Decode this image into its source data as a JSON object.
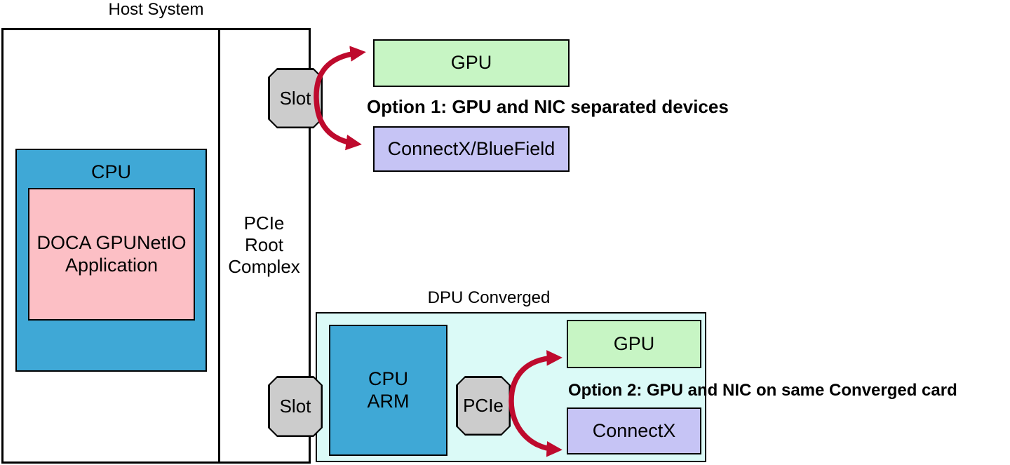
{
  "diagram": {
    "host": {
      "title": "Host System",
      "cpu": {
        "label": "CPU"
      },
      "app": {
        "label_line1": "DOCA GPUNetIO",
        "label_line2": "Application"
      },
      "pcie_root_complex": {
        "line1": "PCIe",
        "line2": "Root",
        "line3": "Complex"
      },
      "slot_top": {
        "label": "Slot"
      },
      "slot_bottom": {
        "label": "Slot"
      }
    },
    "option1": {
      "gpu": {
        "label": "GPU"
      },
      "nic": {
        "label": "ConnectX/BlueField"
      },
      "caption": "Option 1: GPU and NIC separated devices"
    },
    "dpu": {
      "title": "DPU Converged",
      "cpu_arm": {
        "line1": "CPU",
        "line2": "ARM"
      },
      "pcie": {
        "label": "PCIe"
      },
      "gpu": {
        "label": "GPU"
      },
      "nic": {
        "label": "ConnectX"
      },
      "caption": "Option 2: GPU and NIC on same Converged card"
    },
    "colors": {
      "box_blue": "#3FA8D6",
      "box_pink": "#FCBFC5",
      "box_green": "#C7F5C4",
      "box_purple": "#C6C4F5",
      "box_cyan": "#DBFAF7",
      "box_gray": "#CCCCCC",
      "arrow_red": "#BE0A2D",
      "border": "#000000",
      "background": "#FFFFFF"
    }
  }
}
